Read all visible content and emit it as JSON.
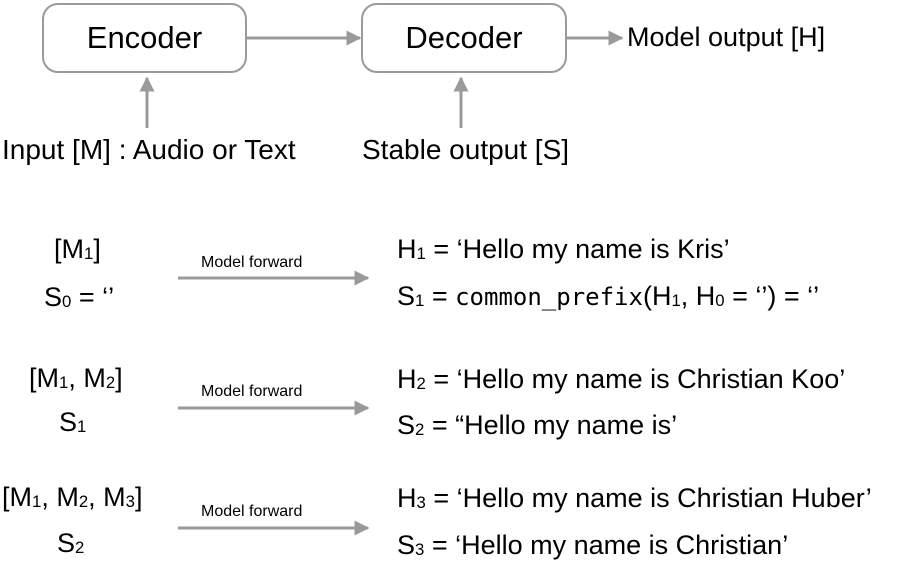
{
  "pipeline": {
    "encoder_label": "Encoder",
    "decoder_label": "Decoder",
    "model_output_label": "Model output [H]",
    "input_label": "Input [M] : Audio or Text",
    "stable_output_label": "Stable output [S]"
  },
  "steps": [
    {
      "input_line": {
        "open": "[",
        "items": [
          {
            "base": "M",
            "sub": "1"
          }
        ],
        "close": "]"
      },
      "stable_in": {
        "base": "S",
        "sub": "0",
        "suffix": " = ‘’"
      },
      "arrow_label": "Model forward",
      "h_line": {
        "base": "H",
        "sub": "1",
        "rest": " = ‘Hello my name is Kris’"
      },
      "s_line": {
        "base": "S",
        "sub": "1",
        "eq": " = ",
        "func": "common_prefix",
        "args_open": "(",
        "arg1_base": "H",
        "arg1_sub": "1",
        "sep": ", ",
        "arg2_base": "H",
        "arg2_sub": "0",
        "arg2_rest": " = ‘’",
        "args_close": ") = ‘’"
      }
    },
    {
      "input_line": {
        "open": "[",
        "items": [
          {
            "base": "M",
            "sub": "1"
          },
          {
            "base": "M",
            "sub": "2"
          }
        ],
        "close": "]"
      },
      "stable_in": {
        "base": "S",
        "sub": "1",
        "suffix": ""
      },
      "arrow_label": "Model forward",
      "h_line": {
        "base": "H",
        "sub": "2",
        "rest": " = ‘Hello my name is Christian Koo’"
      },
      "s_line_simple": {
        "base": "S",
        "sub": "2",
        "rest": " = “Hello my name is’"
      }
    },
    {
      "input_line": {
        "open": "[",
        "items": [
          {
            "base": "M",
            "sub": "1"
          },
          {
            "base": "M",
            "sub": "2"
          },
          {
            "base": "M",
            "sub": "3"
          }
        ],
        "close": "]"
      },
      "stable_in": {
        "base": "S",
        "sub": "2",
        "suffix": ""
      },
      "arrow_label": "Model forward",
      "h_line": {
        "base": "H",
        "sub": "3",
        "rest": " = ‘Hello my name is Christian Huber’"
      },
      "s_line_simple": {
        "base": "S",
        "sub": "3",
        "rest": " = ‘Hello my name is Christian’"
      }
    }
  ],
  "colors": {
    "arrow": "#9a9a9a",
    "box_border": "#9a9a9a"
  }
}
